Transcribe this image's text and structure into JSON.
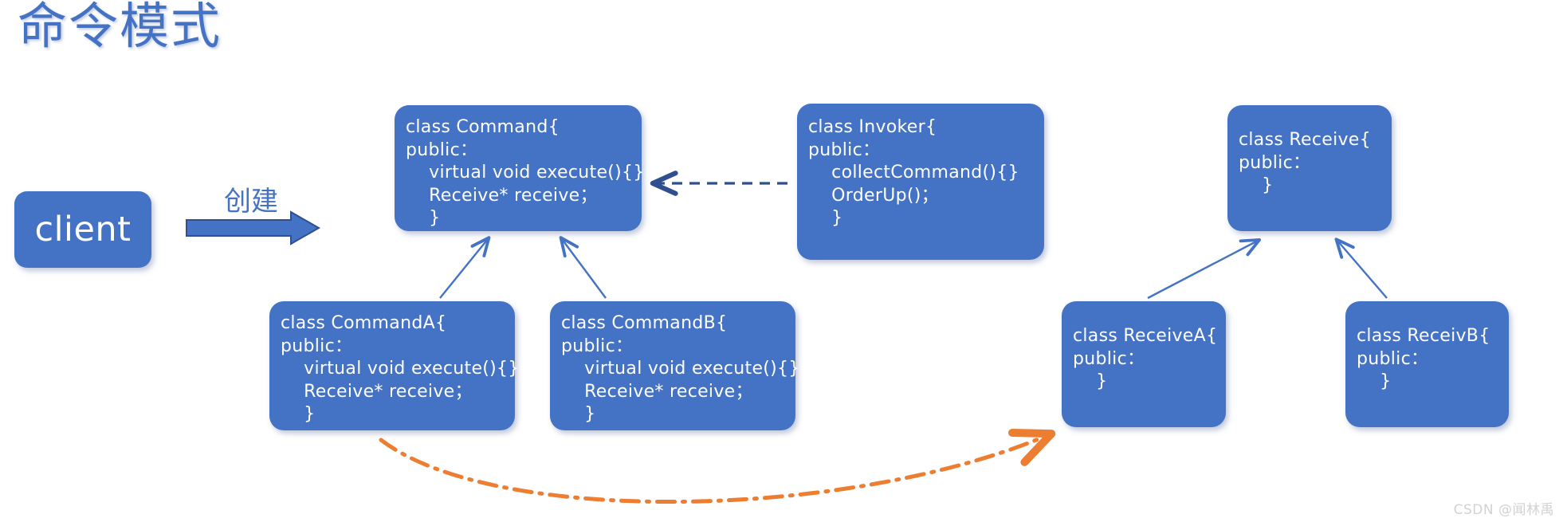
{
  "title": "命令模式",
  "client": {
    "label": "client"
  },
  "create_arrow": {
    "label": "创建"
  },
  "nodes": {
    "command": {
      "name": "Command",
      "code": "class Command{\npublic：\n    virtual void execute(){}\n    Receive* receive；\n    }"
    },
    "invoker": {
      "name": "Invoker",
      "code": "class Invoker{\npublic：\n    collectCommand(){}\n    OrderUp()；\n    }"
    },
    "receive": {
      "name": "Receive",
      "code": "class Receive{\npublic：\n    }"
    },
    "commanda": {
      "name": "CommandA",
      "code": "class CommandA{\npublic：\n    virtual void execute(){}\n    Receive* receive；\n    }"
    },
    "commandb": {
      "name": "CommandB",
      "code": "class CommandB{\npublic：\n    virtual void execute(){}\n    Receive* receive；\n    }"
    },
    "receivea": {
      "name": "ReceiveA",
      "code": "class ReceiveA{\npublic：\n    }"
    },
    "receivb": {
      "name": "ReceivB",
      "code": "class ReceivB{\npublic：\n    }"
    }
  },
  "colors": {
    "node_fill": "#4472C4",
    "title": "#4472C4",
    "solid_arrow": "#4472C4",
    "dashed_arrow": "#2F4F8F",
    "dashdot_arrow": "#ED7D31",
    "watermark": "#d2d2d2",
    "background": "#ffffff"
  },
  "connectors": [
    {
      "name": "client-creates-command",
      "from": "client",
      "to": "command",
      "style": "block-arrow",
      "label": "创建"
    },
    {
      "name": "commanda-inherits-command",
      "from": "commanda",
      "to": "command",
      "style": "solid-arrow"
    },
    {
      "name": "commandb-inherits-command",
      "from": "commandb",
      "to": "command",
      "style": "solid-arrow"
    },
    {
      "name": "invoker-uses-command",
      "from": "invoker",
      "to": "command",
      "style": "dashed-arrow"
    },
    {
      "name": "receivea-inherits-receive",
      "from": "receivea",
      "to": "receive",
      "style": "solid-arrow"
    },
    {
      "name": "receivb-inherits-receive",
      "from": "receivb",
      "to": "receive",
      "style": "solid-arrow"
    },
    {
      "name": "commanda-invokes-receivea",
      "from": "commanda",
      "to": "receivea",
      "style": "dash-dot-curve"
    }
  ],
  "watermark": "CSDN @闻林禹"
}
